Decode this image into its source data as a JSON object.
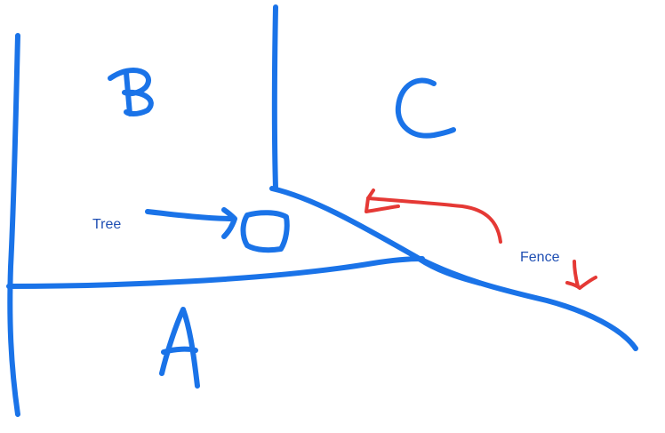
{
  "colors": {
    "ink_blue": "#1a73e8",
    "text_blue": "#1f4fb3",
    "ink_red": "#e53935",
    "background": "#ffffff"
  },
  "regions": {
    "a": "A",
    "b": "B",
    "c": "C"
  },
  "labels": {
    "tree": "Tree",
    "fence": "Fence"
  },
  "icons": {
    "tree_marker": "square-outline",
    "arrows": "hand-drawn-arrow"
  }
}
